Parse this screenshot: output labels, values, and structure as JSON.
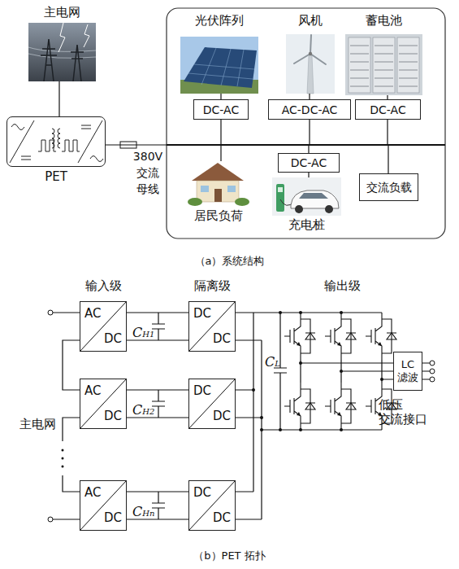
{
  "diagram": {
    "nodes": [
      {
        "text": [
          "主电网"
        ]
      },
      {
        "text": [
          "PET"
        ]
      },
      {
        "text": [
          "380V 交流 母线"
        ]
      },
      {
        "text": [
          "光伏阵列"
        ]
      },
      {
        "text": [
          "风机"
        ]
      },
      {
        "text": [
          "蓄电池"
        ]
      },
      {
        "text": [
          "DC-AC"
        ]
      },
      {
        "text": [
          "AC-DC-AC"
        ]
      },
      {
        "text": [
          "DC-AC"
        ]
      },
      {
        "text": [
          "居民负荷"
        ]
      },
      {
        "text": [
          "DC-AC"
        ]
      },
      {
        "text": [
          "充电桩"
        ]
      },
      {
        "text": [
          "交流负载"
        ]
      },
      {
        "text": [
          "AC",
          "DC"
        ]
      },
      {
        "text": [
          "DC",
          "DC"
        ]
      },
      {
        "text": [
          "AC",
          "DC"
        ]
      },
      {
        "text": [
          "DC",
          "DC"
        ]
      },
      {
        "text": [
          "AC",
          "DC"
        ]
      },
      {
        "text": [
          "DC",
          "DC"
        ]
      },
      {
        "text": [
          "LC 滤波"
        ]
      }
    ],
    "edges": [
      {
        "from": 0,
        "to": 1,
        "arrow": "none"
      },
      {
        "from": 1,
        "to": 2,
        "arrow": "none"
      },
      {
        "from": 3,
        "to": 6,
        "arrow": "none"
      },
      {
        "from": 4,
        "to": 7,
        "arrow": "none"
      },
      {
        "from": 5,
        "to": 8,
        "arrow": "none"
      },
      {
        "from": 6,
        "to": 2,
        "arrow": "none"
      },
      {
        "from": 7,
        "to": 2,
        "arrow": "none"
      },
      {
        "from": 8,
        "to": 2,
        "arrow": "none"
      },
      {
        "from": 2,
        "to": 9,
        "arrow": "none"
      },
      {
        "from": 2,
        "to": 10,
        "arrow": "none"
      },
      {
        "from": 10,
        "to": 11,
        "arrow": "none"
      },
      {
        "from": 2,
        "to": 12,
        "arrow": "none"
      },
      {
        "from": 13,
        "to": 14,
        "arrow": "none",
        "label": "CH1"
      },
      {
        "from": 15,
        "to": 16,
        "arrow": "none",
        "label": "CH2"
      },
      {
        "from": 17,
        "to": 18,
        "arrow": "none",
        "label": "CHn"
      }
    ],
    "labels": [
      "（a）系统结构",
      "输入级",
      "隔离级",
      "输出级",
      "主电网",
      "CL",
      "低压 交流接口",
      "（b）PET 拓扑"
    ]
  }
}
